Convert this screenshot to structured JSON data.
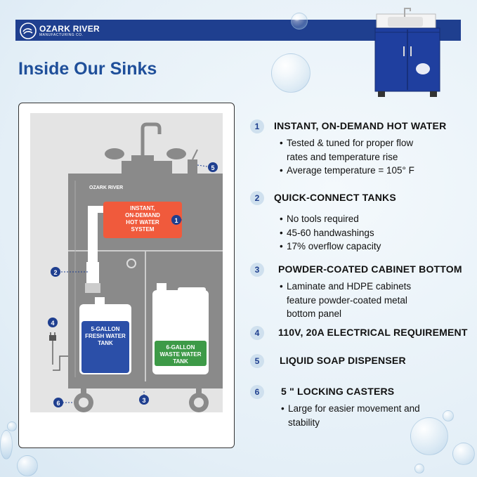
{
  "brand": {
    "name": "OZARK RIVER",
    "sub": "MANUFACTURING CO."
  },
  "heading": "Inside Our Sinks",
  "diagram": {
    "cabinet_logo": "OZARK RIVER",
    "heater_label": [
      "INSTANT,",
      "ON-DEMAND",
      "HOT WATER",
      "SYSTEM"
    ],
    "fresh_label": [
      "5-GALLON",
      "FRESH WATER",
      "TANK"
    ],
    "waste_label": [
      "6-GALLON",
      "WASTE WATER",
      "TANK"
    ],
    "callouts": [
      "1",
      "2",
      "3",
      "4",
      "5",
      "6"
    ]
  },
  "features": [
    {
      "num": "1",
      "title": "INSTANT, ON-DEMAND HOT WATER",
      "bullets": [
        "Tested & tuned for proper flow",
        "rates and temperature rise",
        "Average temperature = 105° F"
      ],
      "bullet_marks": [
        true,
        false,
        true
      ]
    },
    {
      "num": "2",
      "title": "QUICK-CONNECT TANKS",
      "bullets": [
        "No tools required",
        "45-60 handwashings",
        "17% overflow capacity"
      ],
      "bullet_marks": [
        true,
        true,
        true
      ]
    },
    {
      "num": "3",
      "title": "POWDER-COATED CABINET BOTTOM",
      "bullets": [
        "Laminate and HDPE cabinets",
        "feature powder-coated metal",
        "bottom panel"
      ],
      "bullet_marks": [
        true,
        false,
        false
      ]
    },
    {
      "num": "4",
      "title": "110V, 20A ELECTRICAL REQUIREMENT",
      "bullets": [],
      "bullet_marks": []
    },
    {
      "num": "5",
      "title": "LIQUID SOAP DISPENSER",
      "bullets": [],
      "bullet_marks": []
    },
    {
      "num": "6",
      "title": "5 \" LOCKING CASTERS",
      "bullets": [
        "Large for easier movement and",
        "stability"
      ],
      "bullet_marks": [
        true,
        false
      ]
    }
  ],
  "colors": {
    "navy": "#1f3f8f",
    "heading_blue": "#1f4f9a",
    "cabinet_gray": "#8a8a8a",
    "heater_red": "#f05a3c",
    "fresh_blue": "#2b4fa8",
    "waste_green": "#3d9a47"
  }
}
